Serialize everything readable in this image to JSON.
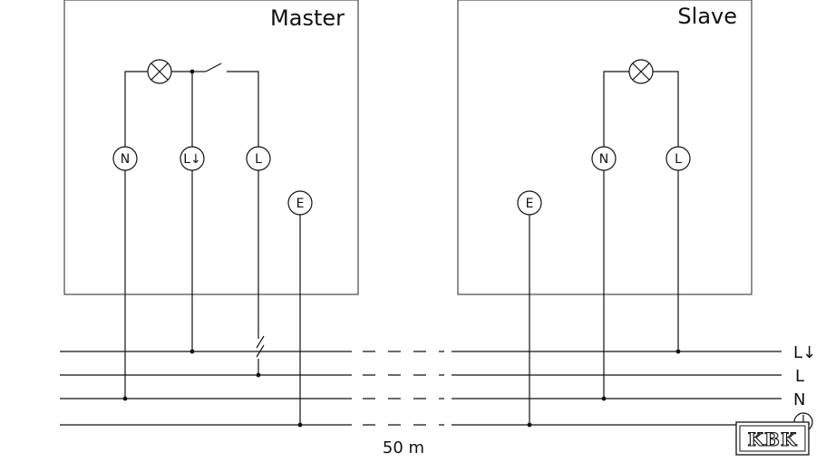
{
  "master": {
    "title": "Master",
    "terminals": {
      "n": "N",
      "l_switched": "L↓",
      "l": "L",
      "e": "E"
    }
  },
  "slave": {
    "title": "Slave",
    "terminals": {
      "e": "E",
      "n": "N",
      "l": "L"
    }
  },
  "bus": {
    "labels": {
      "l_switched": "L↓",
      "l": "L",
      "n": "N",
      "earth": "⏚"
    }
  },
  "distance_label": "50 m",
  "logo": {
    "text": "KBK"
  }
}
